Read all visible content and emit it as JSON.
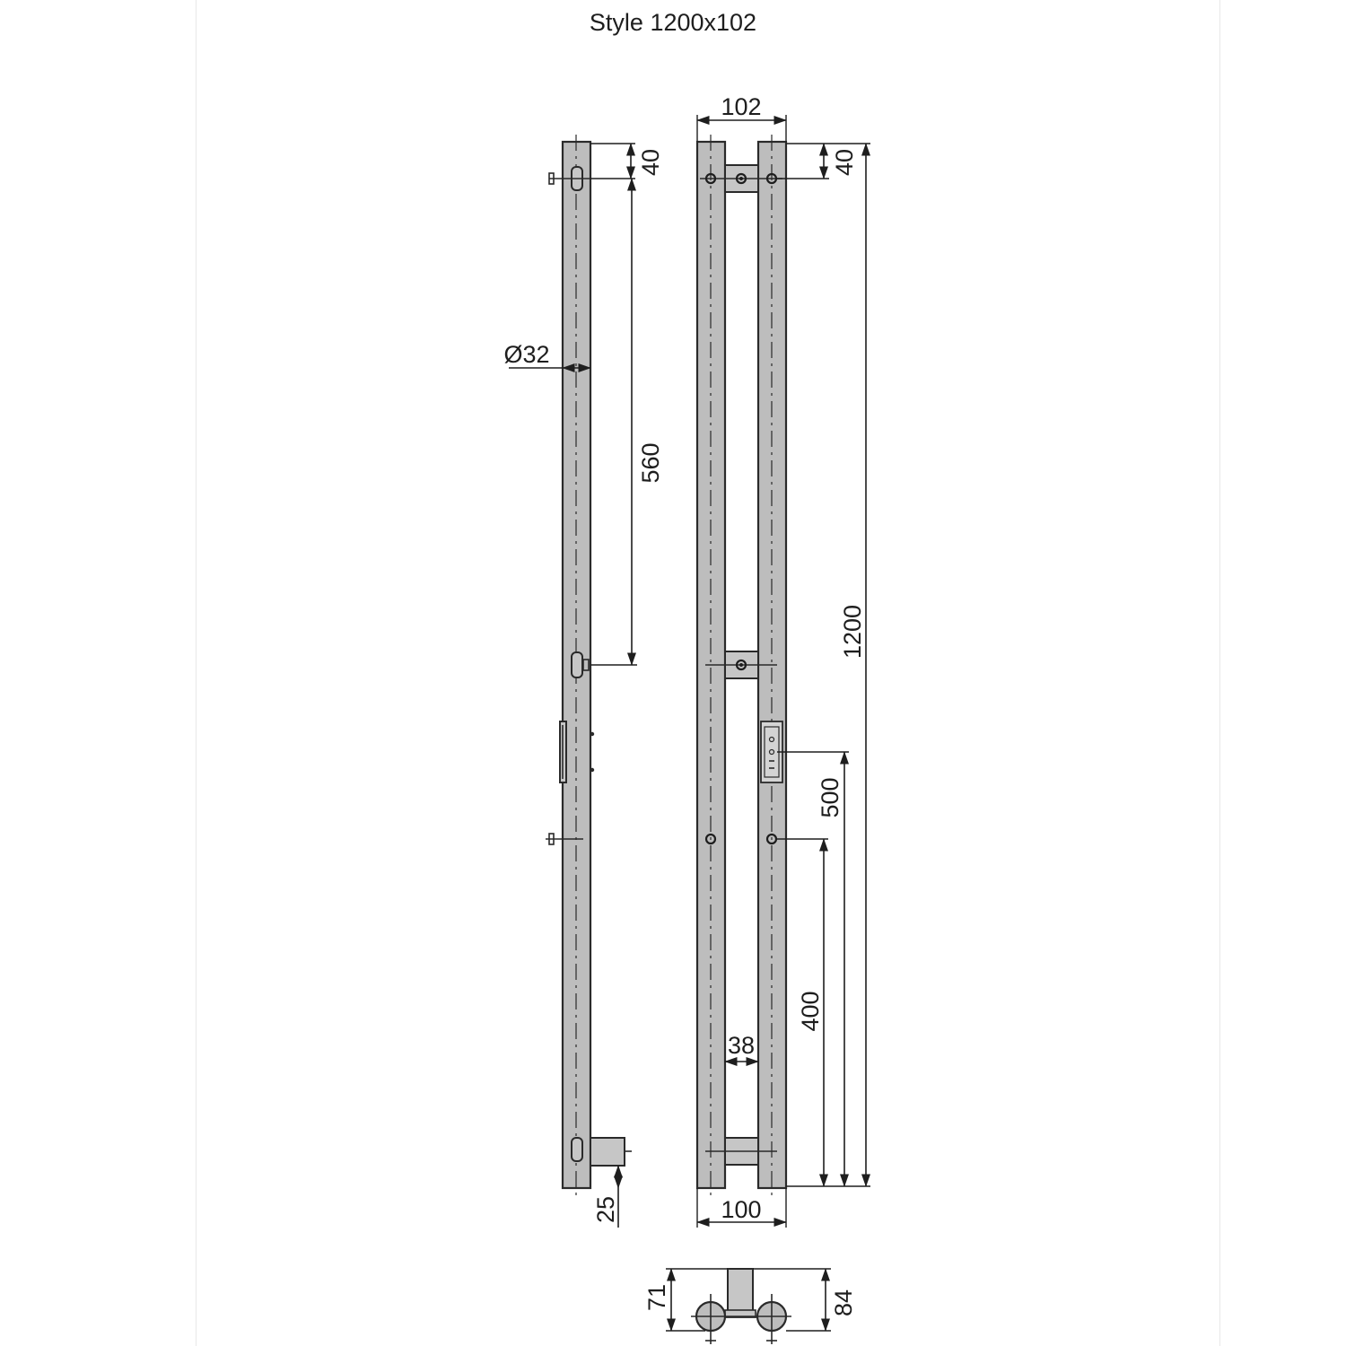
{
  "title": "Style 1200x102",
  "dimensions": {
    "width_top": "102",
    "width_bottom": "100",
    "height_total": "1200",
    "top_offset_front": "40",
    "top_offset_side": "40",
    "bracket_spacing": "560",
    "tube_diameter": "Ø32",
    "gap_between_rails": "38",
    "switch_height": "500",
    "lower_fixing_height": "400",
    "bottom_offset": "25",
    "depth_bracket": "71",
    "depth_total": "84"
  }
}
